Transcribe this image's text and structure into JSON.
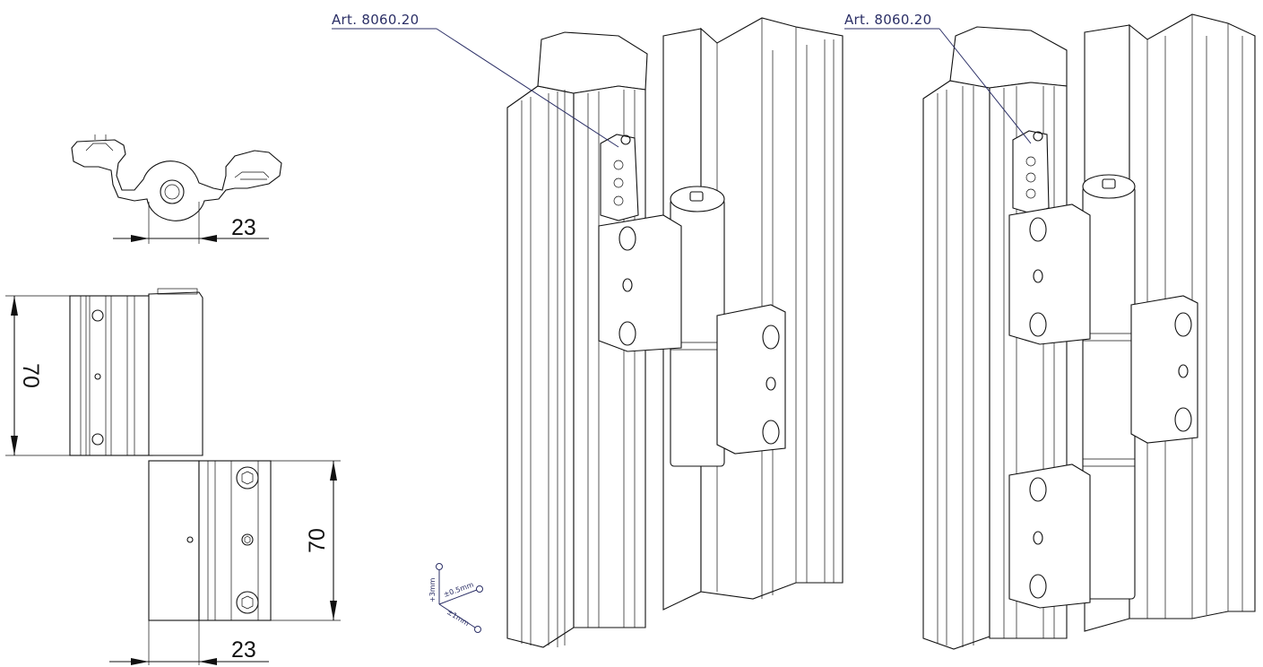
{
  "dimensions": {
    "top_width": "23",
    "leaf_height": "70",
    "frame_height": "70",
    "bottom_width": "23"
  },
  "callouts": {
    "left_article": "Art. 8060.20",
    "right_article": "Art. 8060.20"
  },
  "adjustment": {
    "vertical": "+3mm",
    "lateral": "±0.5mm",
    "depth": "±1mm"
  },
  "colors": {
    "line": "#111111",
    "callout": "#2b2f66"
  }
}
